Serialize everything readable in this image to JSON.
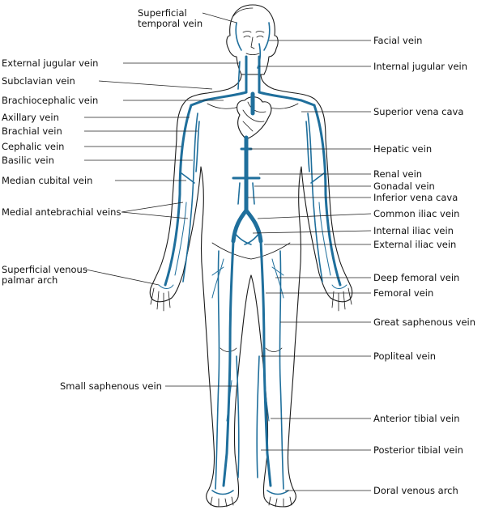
{
  "colors": {
    "vein": "#1f6f9c",
    "outline": "#1a1a1a",
    "label": "#111111"
  },
  "labels": {
    "superficial_temporal_vein": "Superficial\ntemporal vein",
    "external_jugular_vein": "External jugular vein",
    "subclavian_vein": "Subclavian vein",
    "brachiocephalic_vein": "Brachiocephalic vein",
    "axillary_vein": "Axillary vein",
    "brachial_vein": "Brachial vein",
    "cephalic_vein": "Cephalic vein",
    "basilic_vein": "Basilic vein",
    "median_cubital_vein": "Median cubital vein",
    "medial_antebrachial_veins": "Medial antebrachial veins",
    "superficial_venous_palmar_arch": "Superficial venous\npalmar arch",
    "small_saphenous_vein": "Small saphenous vein",
    "facial_vein": "Facial vein",
    "internal_jugular_vein": "Internal jugular vein",
    "superior_vena_cava": "Superior vena cava",
    "hepatic_vein": "Hepatic vein",
    "renal_vein": "Renal vein",
    "gonadal_vein": "Gonadal vein",
    "inferior_vena_cava": "Inferior vena cava",
    "common_iliac_vein": "Common iliac vein",
    "internal_iliac_vein": "Internal iliac vein",
    "external_iliac_vein": "External iliac vein",
    "deep_femoral_vein": "Deep femoral vein",
    "femoral_vein": "Femoral vein",
    "great_saphenous_vein": "Great saphenous vein",
    "popliteal_vein": "Popliteal vein",
    "anterior_tibial_vein": "Anterior tibial vein",
    "posterior_tibial_vein": "Posterior tibial vein",
    "dorsal_venous_arch": "Doral venous arch"
  }
}
